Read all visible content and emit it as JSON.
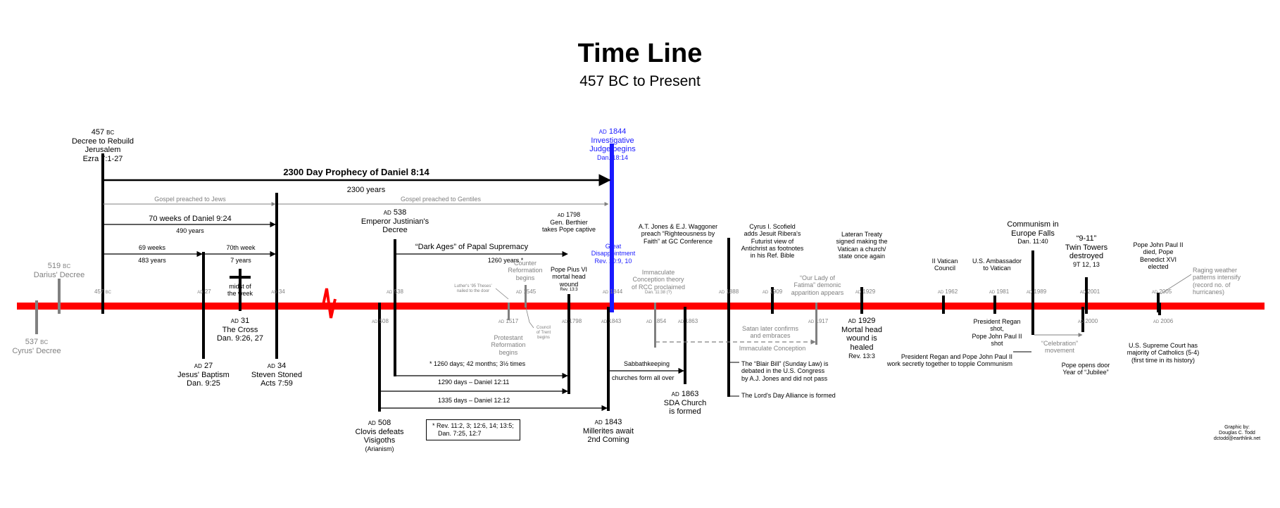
{
  "header": {
    "title": "Time Line",
    "subtitle": "457 BC to Present"
  },
  "axis_labels": [
    {
      "id": "457bc",
      "era": "457",
      "suffix": "BC"
    },
    {
      "id": "ad27",
      "era": "AD",
      "suffix": "27"
    },
    {
      "id": "ad34",
      "era": "AD",
      "suffix": "34"
    },
    {
      "id": "ad538",
      "era": "AD",
      "suffix": "538"
    },
    {
      "id": "ad508",
      "era": "AD",
      "suffix": "508"
    },
    {
      "id": "ad1517",
      "era": "AD",
      "suffix": "1517"
    },
    {
      "id": "ad1545",
      "era": "AD",
      "suffix": "1545"
    },
    {
      "id": "ad1798",
      "era": "AD",
      "suffix": "1798"
    },
    {
      "id": "ad1844",
      "era": "AD",
      "suffix": "1844"
    },
    {
      "id": "ad1843",
      "era": "AD",
      "suffix": "1843"
    },
    {
      "id": "ad1854",
      "era": "AD",
      "suffix": "1854"
    },
    {
      "id": "ad1863",
      "era": "AD",
      "suffix": "1863"
    },
    {
      "id": "ad1888",
      "era": "AD",
      "suffix": "1888"
    },
    {
      "id": "ad1909",
      "era": "AD",
      "suffix": "1909"
    },
    {
      "id": "ad1917",
      "era": "AD",
      "suffix": "1917"
    },
    {
      "id": "ad1929",
      "era": "AD",
      "suffix": "1929"
    },
    {
      "id": "ad1962",
      "era": "AD",
      "suffix": "1962"
    },
    {
      "id": "ad1981",
      "era": "AD",
      "suffix": "1981"
    },
    {
      "id": "ad1989",
      "era": "AD",
      "suffix": "1989"
    },
    {
      "id": "ad2001",
      "era": "AD",
      "suffix": "2001"
    },
    {
      "id": "ad2000",
      "era": "AD",
      "suffix": "2000"
    },
    {
      "id": "ad2005",
      "era": "AD",
      "suffix": "2005"
    },
    {
      "id": "ad2006",
      "era": "AD",
      "suffix": "2006"
    }
  ],
  "events": {
    "decree_457": {
      "year": "457",
      "era": "BC",
      "lines": [
        "Decree to Rebuild",
        "Jerusalem",
        "Ezra 7:1-27"
      ]
    },
    "darius": {
      "year": "519",
      "era": "BC",
      "label": "Darius' Decree"
    },
    "cyrus": {
      "year": "537",
      "era": "BC",
      "label": "Cyrus' Decree"
    },
    "prophecy_2300": {
      "label": "2300 Day Prophecy of Daniel 8:14",
      "years": "2300 years"
    },
    "gospel_jews": "Gospel preached to Jews",
    "gospel_gentiles": "Gospel preached to Gentiles",
    "seventy_weeks": {
      "label": "70 weeks of Daniel 9:24",
      "years": "490 years"
    },
    "sixtynine_weeks": {
      "label": "69 weeks",
      "years": "483 years"
    },
    "seventieth_week": {
      "label": "70th week",
      "years": "7 years"
    },
    "midst": [
      "midst of",
      "the week"
    ],
    "cross": {
      "era": "AD",
      "year": "31",
      "lines": [
        "The Cross",
        "Dan. 9:26, 27"
      ]
    },
    "baptism": {
      "era": "AD",
      "year": "27",
      "lines": [
        "Jesus' Baptism",
        "Dan. 9:25"
      ]
    },
    "stoned": {
      "era": "AD",
      "year": "34",
      "lines": [
        "Steven Stoned",
        "Acts 7:59"
      ]
    },
    "justinian": {
      "era": "AD",
      "year": "538",
      "lines": [
        "Emperor Justinian's",
        "Decree"
      ]
    },
    "dark_ages": {
      "label": "“Dark Ages” of Papal Supremacy",
      "years": "1260 years *"
    },
    "clovis": {
      "era": "AD",
      "year": "508",
      "lines": [
        "Clovis defeats",
        "Visigoths"
      ],
      "note": "(Arianism)"
    },
    "days_1260": "* 1260 days; 42 months; 3½ times",
    "days_1290": "1290 days – Daniel 12:11",
    "days_1335": "1335 days – Daniel 12:12",
    "refs_box": [
      "* Rev. 11:2, 3; 12:6, 14; 13:5;",
      "Dan. 7:25, 12:7"
    ],
    "luther": [
      "Luther's ‘95 Theses’",
      "nailed to the door"
    ],
    "counter_ref": [
      "Counter",
      "Reformation",
      "begins"
    ],
    "protestant": [
      "Protestant",
      "Reformation",
      "begins"
    ],
    "trent": [
      "Council",
      "of Trent",
      "begins"
    ],
    "berthier": {
      "era": "AD",
      "year": "1798",
      "lines": [
        "Gen. Berthier",
        "takes Pope captive"
      ]
    },
    "pius": {
      "lines": [
        "Pope Pius VI",
        "mortal head",
        "wound"
      ],
      "ref": "Rev. 13:3"
    },
    "investigative": {
      "era": "AD",
      "year": "1844",
      "lines": [
        "Investigative",
        "Judge begins"
      ],
      "ref": "Dan. 18:14"
    },
    "great_disappointment": {
      "lines": [
        "Great",
        "Disappointment"
      ],
      "ref": "Rev. 10:9, 10"
    },
    "millerites": {
      "era": "AD",
      "year": "1843",
      "lines": [
        "Millerites await",
        "2nd Coming"
      ]
    },
    "sabbath": [
      "Sabbathkeeping",
      "churches form all over"
    ],
    "sda": {
      "era": "AD",
      "year": "1863",
      "lines": [
        "SDA Church",
        "is formed"
      ]
    },
    "immaculate": {
      "lines": [
        "Immaculate",
        "Conception theory",
        "of RCC proclaimed"
      ],
      "ref": "Dan. 11:38 (?)"
    },
    "satan": [
      "Satan later confirms",
      "and embraces"
    ],
    "immaculate_conc": "Immaculate Conception",
    "jones": [
      "A.T. Jones & E.J. Waggoner",
      "preach “Righteousness by",
      "Faith” at GC Conference"
    ],
    "blair": [
      "The “Blair Bill” (Sunday Law) is",
      "debated in the U.S. Congress",
      "by A.J. Jones and did not pass"
    ],
    "lords_day": "The Lord's Day Alliance is formed",
    "scofield": [
      "Cyrus I. Scofield",
      "adds Jesuit Ribera's",
      "Futurist view of",
      "Antichrist as footnotes",
      "in his Ref. Bible"
    ],
    "fatima": [
      "“Our Lady of",
      "Fatima” demonic",
      "apparition appears"
    ],
    "lateran": [
      "Lateran Treaty",
      "signed making the",
      "Vatican a church/",
      "state once again"
    ],
    "mortal_1929": {
      "era": "AD",
      "year": "1929",
      "lines": [
        "Mortal head",
        "wound is",
        "healed"
      ],
      "ref": "Rev. 13:3"
    },
    "vatican2": [
      "II Vatican",
      "Council"
    ],
    "ambassador": [
      "U.S. Ambassador",
      "to Vatican"
    ],
    "regan_shot": [
      "President Regan",
      "shot,",
      "Pope John Paul II",
      "shot"
    ],
    "regan_topple": [
      "President Regan and Pope John Paul II",
      "work secretly together to topple Communism"
    ],
    "communism": {
      "lines": [
        "Communism in",
        "Europe Falls"
      ],
      "ref": "Dan. 11:40"
    },
    "celebration": [
      "“Celebration”",
      "movement"
    ],
    "nine_eleven": {
      "lines": [
        "“9-11”",
        "Twin Towers",
        "destroyed"
      ],
      "ref": "9T 12, 13"
    },
    "jubilee": [
      "Pope opens door",
      "Year of “Jubilee”"
    ],
    "pope_died": [
      "Pope John Paul II",
      "died, Pope",
      "Benedict XVI",
      "elected"
    ],
    "weather": [
      "Raging weather",
      "patterns intensify",
      "(record no. of",
      "hurricanes)"
    ],
    "supreme": [
      "U.S. Supreme Court has",
      "majority of Catholics (5-4)",
      "(first time in its history)"
    ]
  },
  "credit": [
    "Graphic by:",
    "Douglas C. Todd",
    "dctodd@earthlink.net"
  ],
  "colors": {
    "timeline": "#ff0000",
    "accent": "#1a1aff",
    "muted": "#808080"
  }
}
